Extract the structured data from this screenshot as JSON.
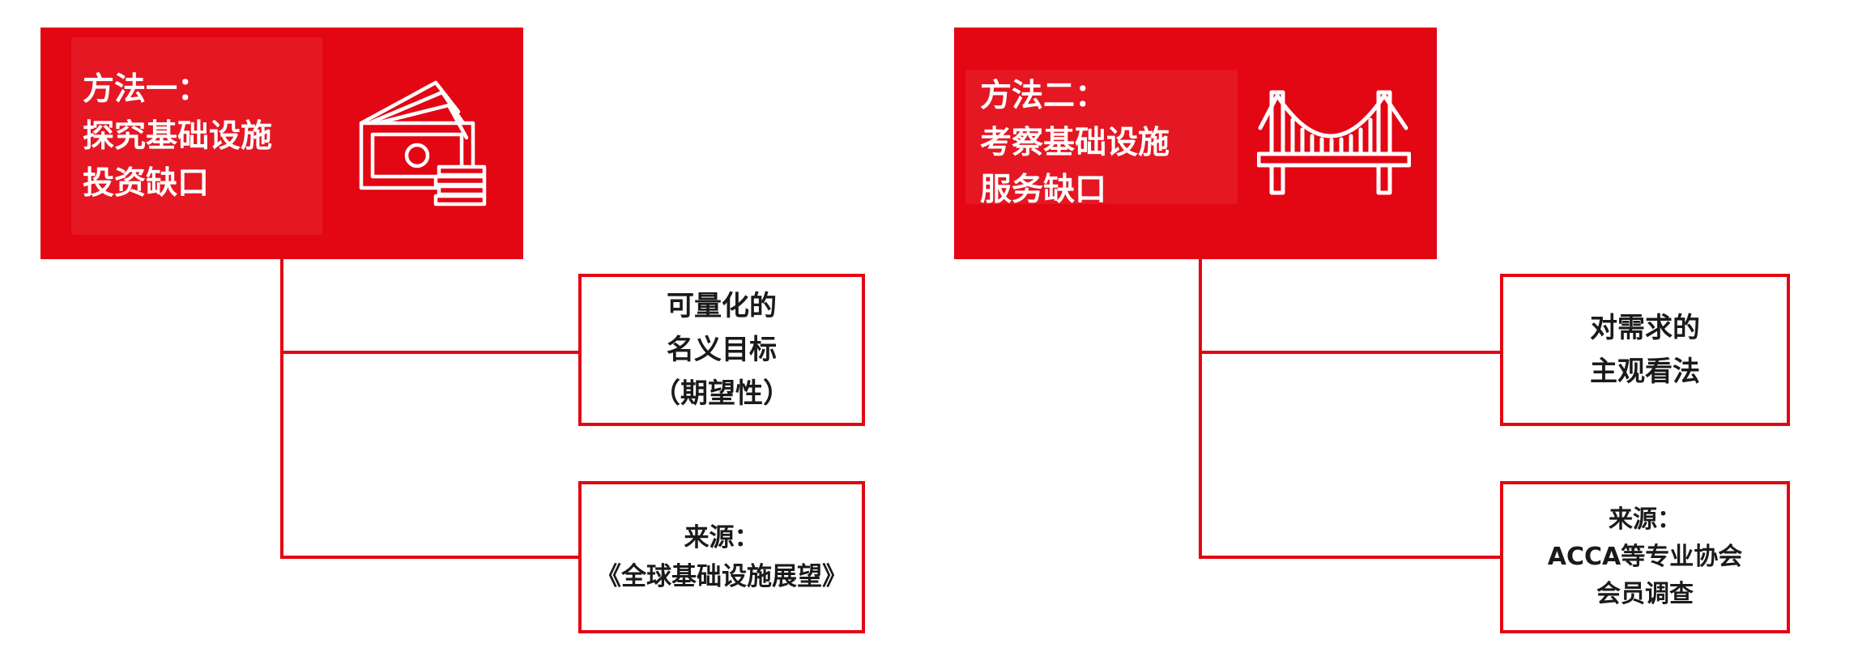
{
  "colors": {
    "accent": "#e30613",
    "text_light": "#ffffff",
    "text_dark": "#1a1a1a"
  },
  "method1": {
    "title_lines": [
      "方法一：",
      "探究基础设施",
      "投资缺口"
    ],
    "icon": "money-stack-icon",
    "item1_lines": [
      "可量化的",
      "名义目标",
      "（期望性）"
    ],
    "item2_lines": [
      "来源：",
      "《全球基础设施展望》"
    ]
  },
  "method2": {
    "title_lines": [
      "方法二：",
      "考察基础设施",
      "服务缺口"
    ],
    "icon": "bridge-icon",
    "item1_lines": [
      "对需求的",
      "主观看法"
    ],
    "item2_lines": [
      "来源：",
      "ACCA等专业协会",
      "会员调查"
    ]
  }
}
